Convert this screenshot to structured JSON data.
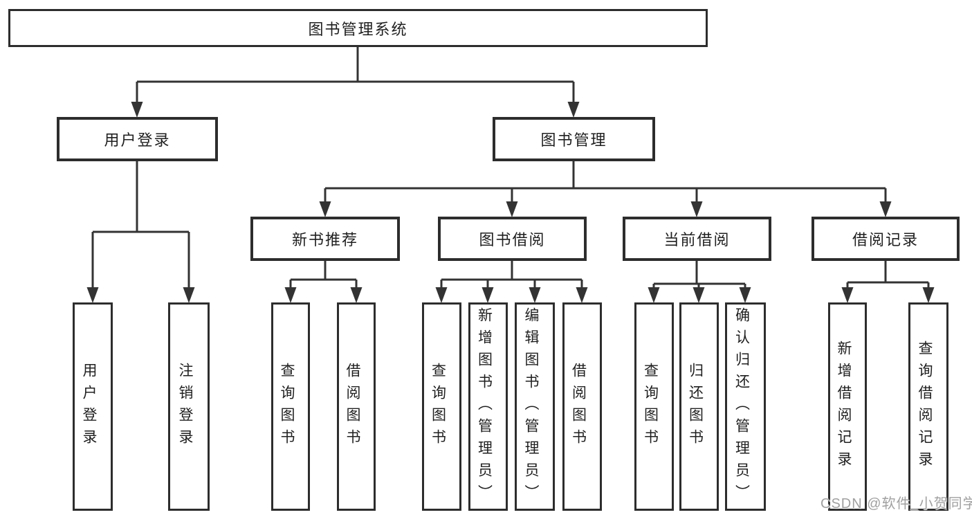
{
  "diagram": {
    "root": {
      "label": "图书管理系统"
    },
    "level2": [
      {
        "id": "user-login",
        "label": "用户登录"
      },
      {
        "id": "book-management",
        "label": "图书管理"
      }
    ],
    "level3": [
      {
        "id": "new-book-recommend",
        "label": "新书推荐"
      },
      {
        "id": "book-borrow",
        "label": "图书借阅"
      },
      {
        "id": "current-borrow",
        "label": "当前借阅"
      },
      {
        "id": "borrow-record",
        "label": "借阅记录"
      }
    ],
    "leaves": {
      "user_login": [
        {
          "label": "用户登录"
        },
        {
          "label": "注销登录"
        }
      ],
      "new_book": [
        {
          "label": "查询图书"
        },
        {
          "label": "借阅图书"
        }
      ],
      "book_borrow": [
        {
          "label": "查询图书"
        },
        {
          "label": "新增图书（管理员）"
        },
        {
          "label": "编辑图书（管理员）"
        },
        {
          "label": "借阅图书"
        }
      ],
      "current_borrow": [
        {
          "label": "查询图书"
        },
        {
          "label": "归还图书"
        },
        {
          "label": "确认归还（管理员）"
        }
      ],
      "record": [
        {
          "label": "新增借阅记录"
        },
        {
          "label": "查询借阅记录"
        }
      ]
    }
  },
  "watermark": {
    "text": "CSDN @软件_小贺同学"
  },
  "colors": {
    "line": "#333333",
    "border": "#2d2d2d",
    "text": "#1f1f1f",
    "background": "#ffffff",
    "watermark": "#a0a0a0"
  }
}
